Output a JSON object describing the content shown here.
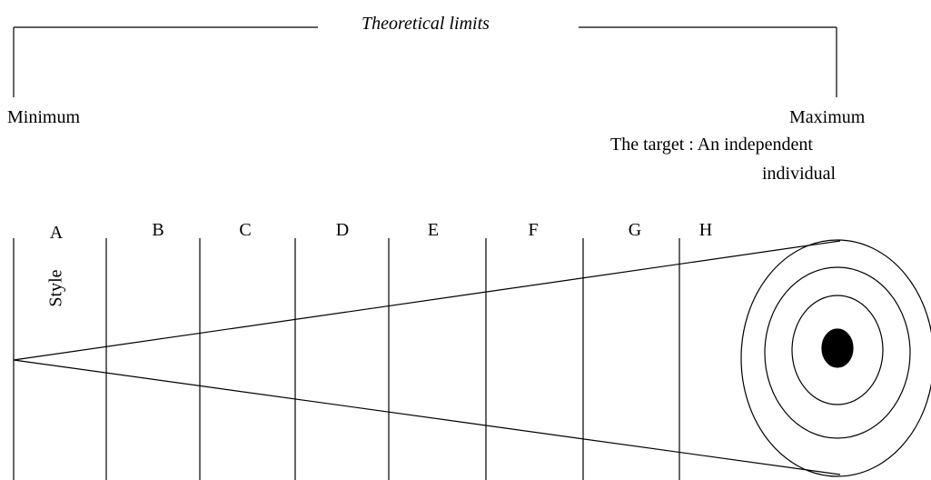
{
  "title": "Theoretical limits",
  "minimum_label": "Minimum",
  "maximum_label": "Maximum",
  "target_label_line1": "The target : An independent",
  "target_label_line2": "individual",
  "style_label": "Style",
  "columns": [
    "A",
    "B",
    "C",
    "D",
    "E",
    "F",
    "G",
    "H"
  ]
}
